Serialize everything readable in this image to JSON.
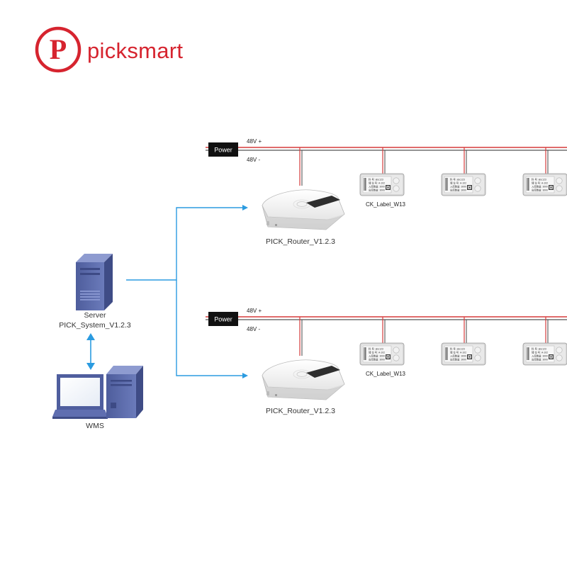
{
  "brand": {
    "name": "picksmart",
    "logo_letter": "P",
    "color": "#d6242f"
  },
  "server": {
    "label_line1": "Server",
    "label_line2": "PICK_System_V1.2.3"
  },
  "wms": {
    "label": "WMS"
  },
  "router_label": "PICK_Router_V1.2.3",
  "power_label": "Power",
  "positive_label": "48V +",
  "negative_label": "48V -",
  "label_device_name": "CK_Label_W13",
  "tag_screen": {
    "row1": "料    号:  abc123",
    "row2": "储 位 号:  A-102",
    "row3": "入库数量:  3000",
    "row4": "出库数量:  3000"
  },
  "colors": {
    "link_arrow": "#2b9be0",
    "positive_wire": "#d63b3b",
    "negative_wire": "#555555",
    "device_blue": "#5a6aa8"
  }
}
